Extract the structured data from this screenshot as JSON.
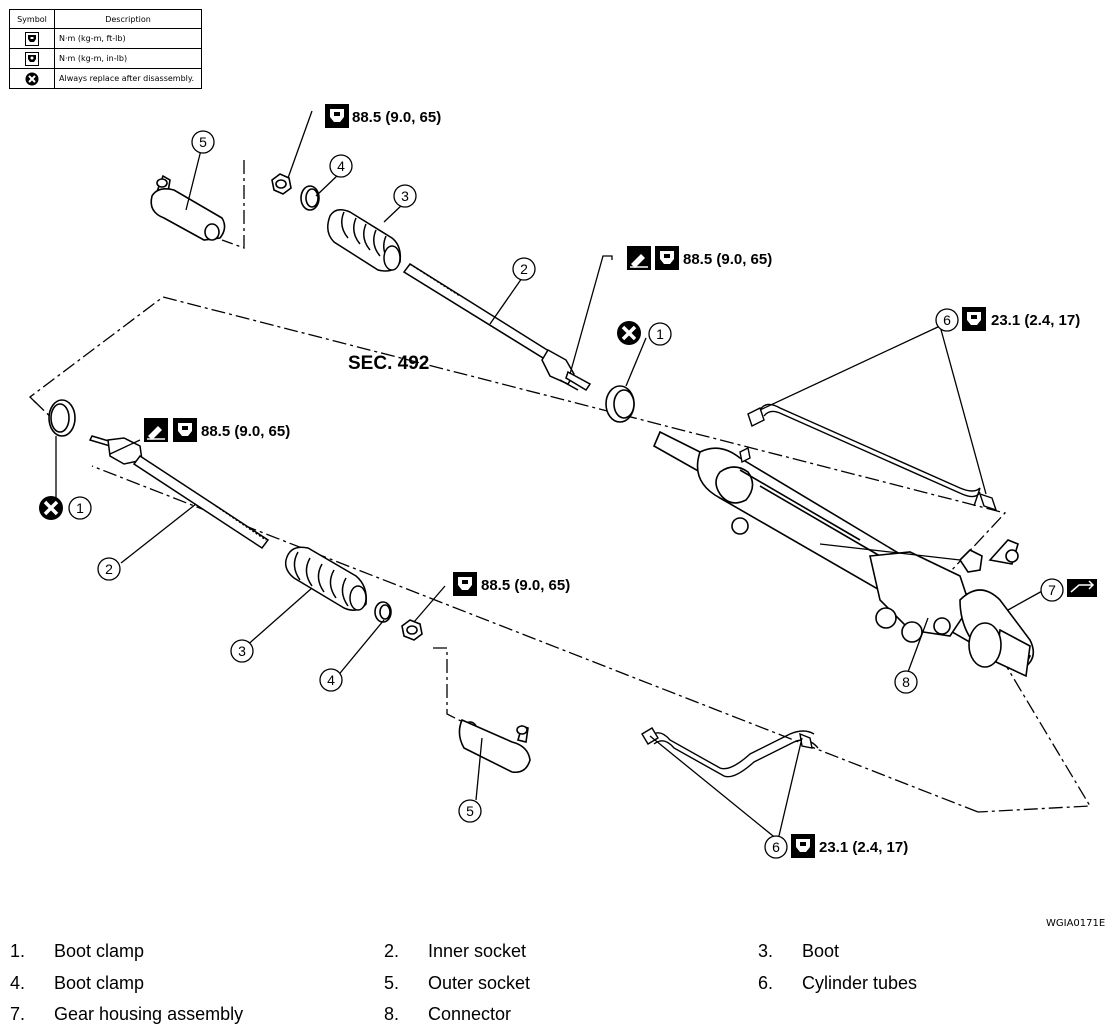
{
  "symbol_table": {
    "header_symbol": "Symbol",
    "header_description": "Description",
    "rows": [
      {
        "icon": "torque-wrench-icon",
        "description": "N·m (kg-m, ft-lb)"
      },
      {
        "icon": "torque-wrench-small-icon",
        "description": "N·m (kg-m, in-lb)"
      },
      {
        "icon": "always-replace-icon",
        "description": "Always replace after disassembly."
      }
    ]
  },
  "section_label": "SEC. 492",
  "torque_labels": {
    "t_top": "88.5 (9.0, 65)",
    "t_mid": "88.5 (9.0, 65)",
    "t_left": "88.5 (9.0, 65)",
    "t_low": "88.5 (9.0, 65)",
    "t_tube_top": "23.1 (2.4, 17)",
    "t_tube_bottom": "23.1 (2.4, 17)"
  },
  "callouts": {
    "c1a": "1",
    "c1b": "1",
    "c2a": "2",
    "c2b": "2",
    "c3a": "3",
    "c3b": "3",
    "c4a": "4",
    "c4b": "4",
    "c5a": "5",
    "c5b": "5",
    "c6a": "6",
    "c6b": "6",
    "c7": "7",
    "c8": "8"
  },
  "reference_code": "WGIA0171E",
  "legend": [
    {
      "num": "1.",
      "label": "Boot clamp"
    },
    {
      "num": "2.",
      "label": "Inner socket"
    },
    {
      "num": "3.",
      "label": "Boot"
    },
    {
      "num": "4.",
      "label": "Boot clamp"
    },
    {
      "num": "5.",
      "label": "Outer socket"
    },
    {
      "num": "6.",
      "label": "Cylinder tubes"
    },
    {
      "num": "7.",
      "label": "Gear housing assembly"
    },
    {
      "num": "8.",
      "label": "Connector"
    }
  ]
}
